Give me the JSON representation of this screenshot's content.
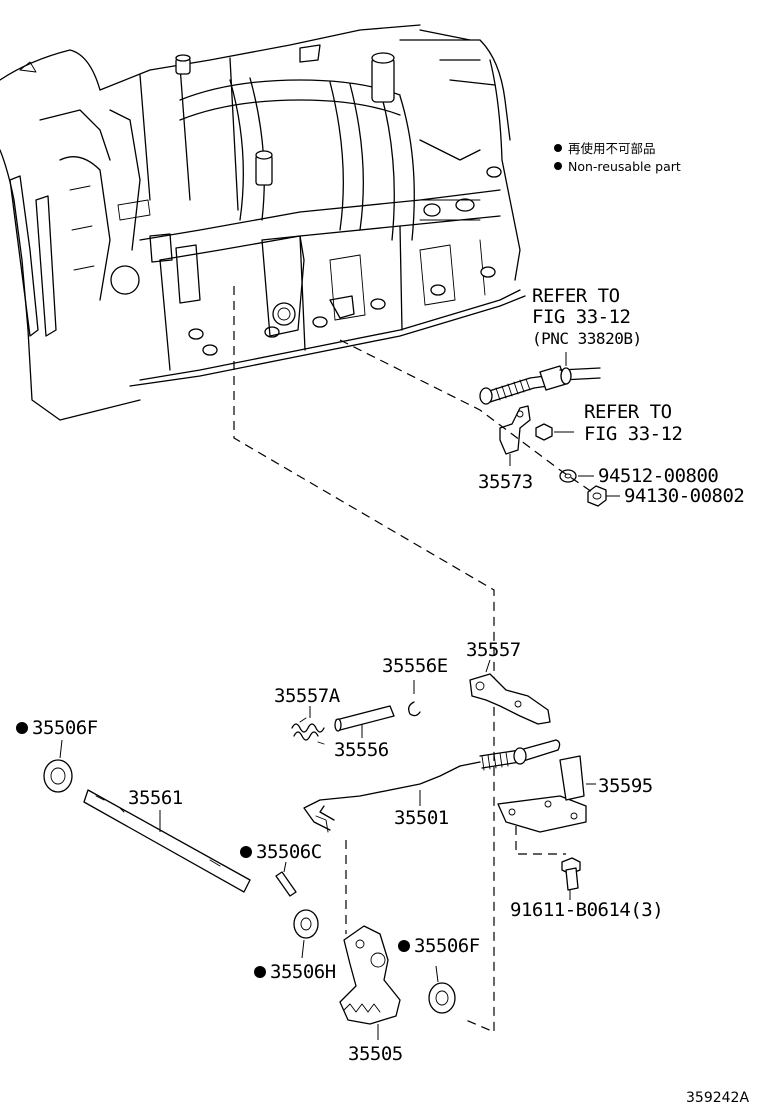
{
  "legend": {
    "non_reusable_jp": "再使用不可部品",
    "non_reusable_en": "Non-reusable part"
  },
  "refs": {
    "cable_ref_line1": "REFER TO",
    "cable_ref_line2": "FIG 33-12",
    "cable_ref_line3": "(PNC 33820B)",
    "bolt_ref_line1": "REFER TO",
    "bolt_ref_line2": "FIG 33-12"
  },
  "parts": {
    "p35573": "35573",
    "p94512": "94512-00800",
    "p94130": "94130-00802",
    "p35557": "35557",
    "p35556E": "35556E",
    "p35557A": "35557A",
    "p35556": "35556",
    "p35506F_a": "35506F",
    "p35561": "35561",
    "p35501": "35501",
    "p35595": "35595",
    "p35506C": "35506C",
    "p91611": "91611-B0614(3)",
    "p35506F_b": "35506F",
    "p35506H": "35506H",
    "p35505": "35505"
  },
  "figure_id": "359242A"
}
